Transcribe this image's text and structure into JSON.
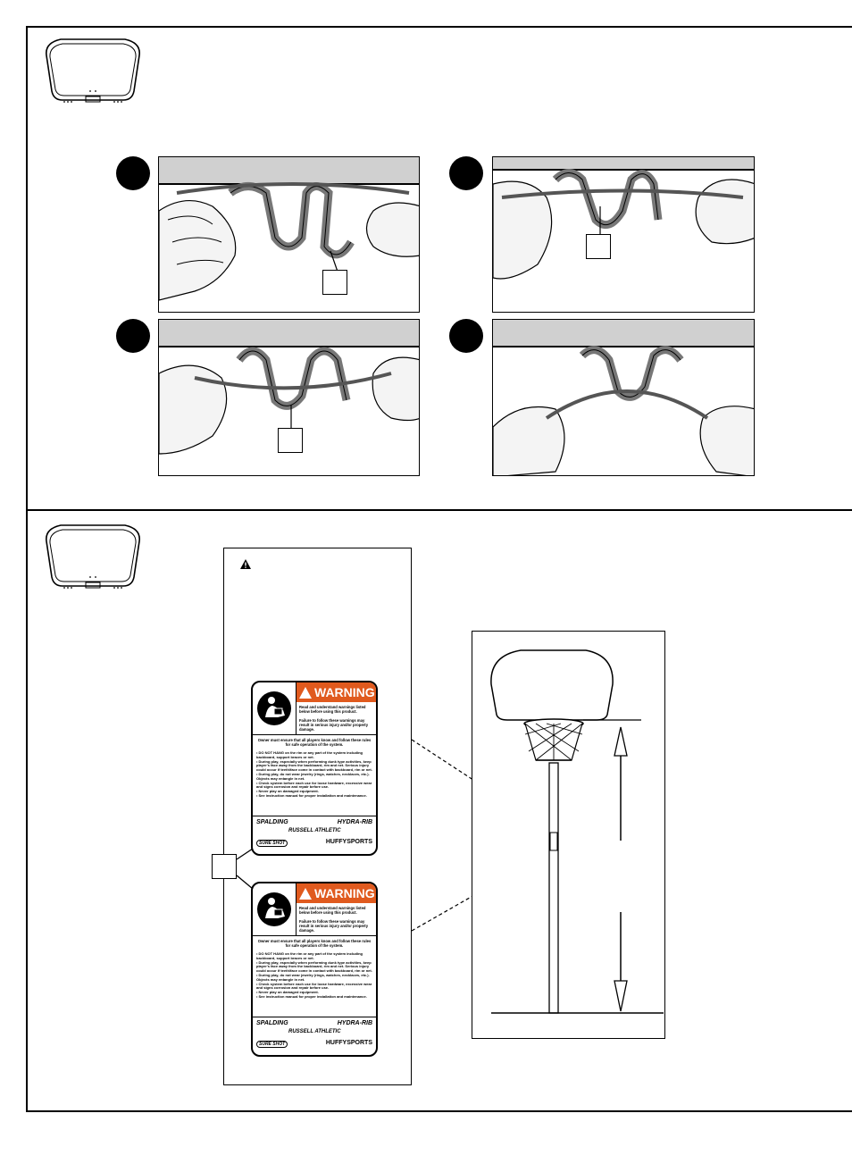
{
  "panels": {
    "top": {
      "step_badges": [
        "",
        "",
        "",
        ""
      ],
      "callout_labels": [
        "",
        "",
        ""
      ]
    },
    "bottom": {
      "warning_header": "",
      "callout_label": ""
    }
  },
  "warning_label": {
    "heading": "WARNING",
    "intro": "Read and understand warnings listed below before using this product.",
    "consequence": "Failure to follow these warnings may result in serious injury and/or property damage.",
    "owner_notice": "Owner must ensure that all players know and follow these rules for safe operation of the system.",
    "rules": [
      "DO NOT HANG on the rim or any part of the system including backboard, support braces or net.",
      "During play, especially when performing dunk type activities, keep player's face away from the backboard, rim and net. Serious injury could occur if teeth/face come in contact with backboard, rim or net.",
      "During play, do not wear jewelry (rings, watches, necklaces, etc.). Objects may entangle in net.",
      "Check system before each use for loose hardware, excessive wear and signs corrosion and repair before use.",
      "Never play on damaged equipment.",
      "See instruction manual for proper installation and maintenance."
    ],
    "logos": {
      "spalding": "SPALDING",
      "hydra_rib": "HYDRA-RIB",
      "russell": "RUSSELL ATHLETIC",
      "huffy": "HUFFYSPORTS",
      "sure_shot": "SURE SHOT"
    }
  },
  "icons": [
    "backboard-icon",
    "warning-triangle-icon",
    "reader-icon",
    "basketball-system-icon",
    "up-arrow-icon",
    "down-arrow-icon"
  ]
}
